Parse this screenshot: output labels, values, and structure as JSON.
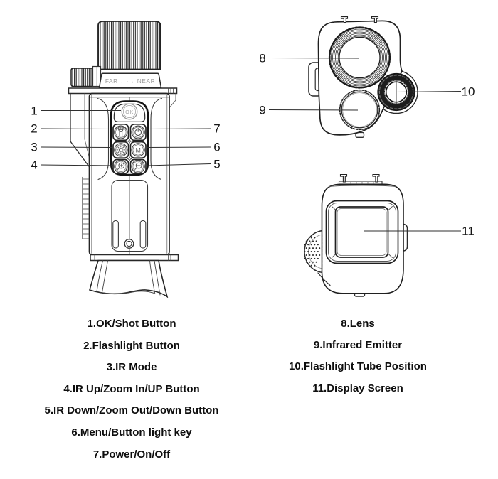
{
  "page": {
    "background": "#ffffff"
  },
  "colors": {
    "ink": "#1f1f1f",
    "line_medium": "#3a3a3a",
    "muted_gray": "#9a9a9a",
    "callout_line": "#2f2f2f"
  },
  "side_view": {
    "focus_ring_label": "FAR ←·→ NEAR",
    "buttons": {
      "ok_label": "OK",
      "menu_label": "M"
    }
  },
  "icons": [
    "flashlight-icon",
    "power-icon",
    "ir-brightness-icon",
    "menu-icon",
    "zoom-in-icon",
    "zoom-out-icon"
  ],
  "callouts": {
    "n1": "1",
    "n2": "2",
    "n3": "3",
    "n4": "4",
    "n5": "5",
    "n6": "6",
    "n7": "7",
    "n8": "8",
    "n9": "9",
    "n10": "10",
    "n11": "11"
  },
  "legend": {
    "left": [
      "1.OK/Shot Button",
      "2.Flashlight Button",
      "3.IR Mode",
      "4.IR Up/Zoom In/UP Button",
      "5.IR Down/Zoom Out/Down Button",
      "6.Menu/Button light key",
      "7.Power/On/Off"
    ],
    "right": [
      "8.Lens",
      "9.Infrared Emitter",
      "10.Flashlight Tube Position",
      "11.Display Screen"
    ]
  }
}
